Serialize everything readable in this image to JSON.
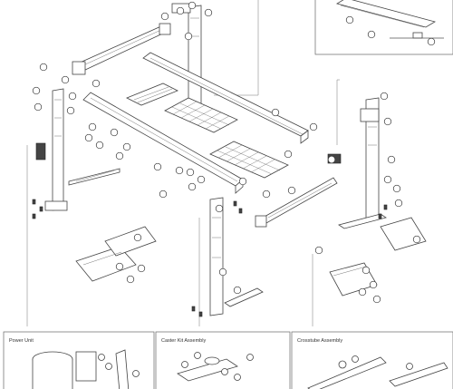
{
  "insets": {
    "power_unit": "Power Unit",
    "caster_kit": "Caster Kit Assembly",
    "crosstube": "Crosstube Assembly"
  }
}
